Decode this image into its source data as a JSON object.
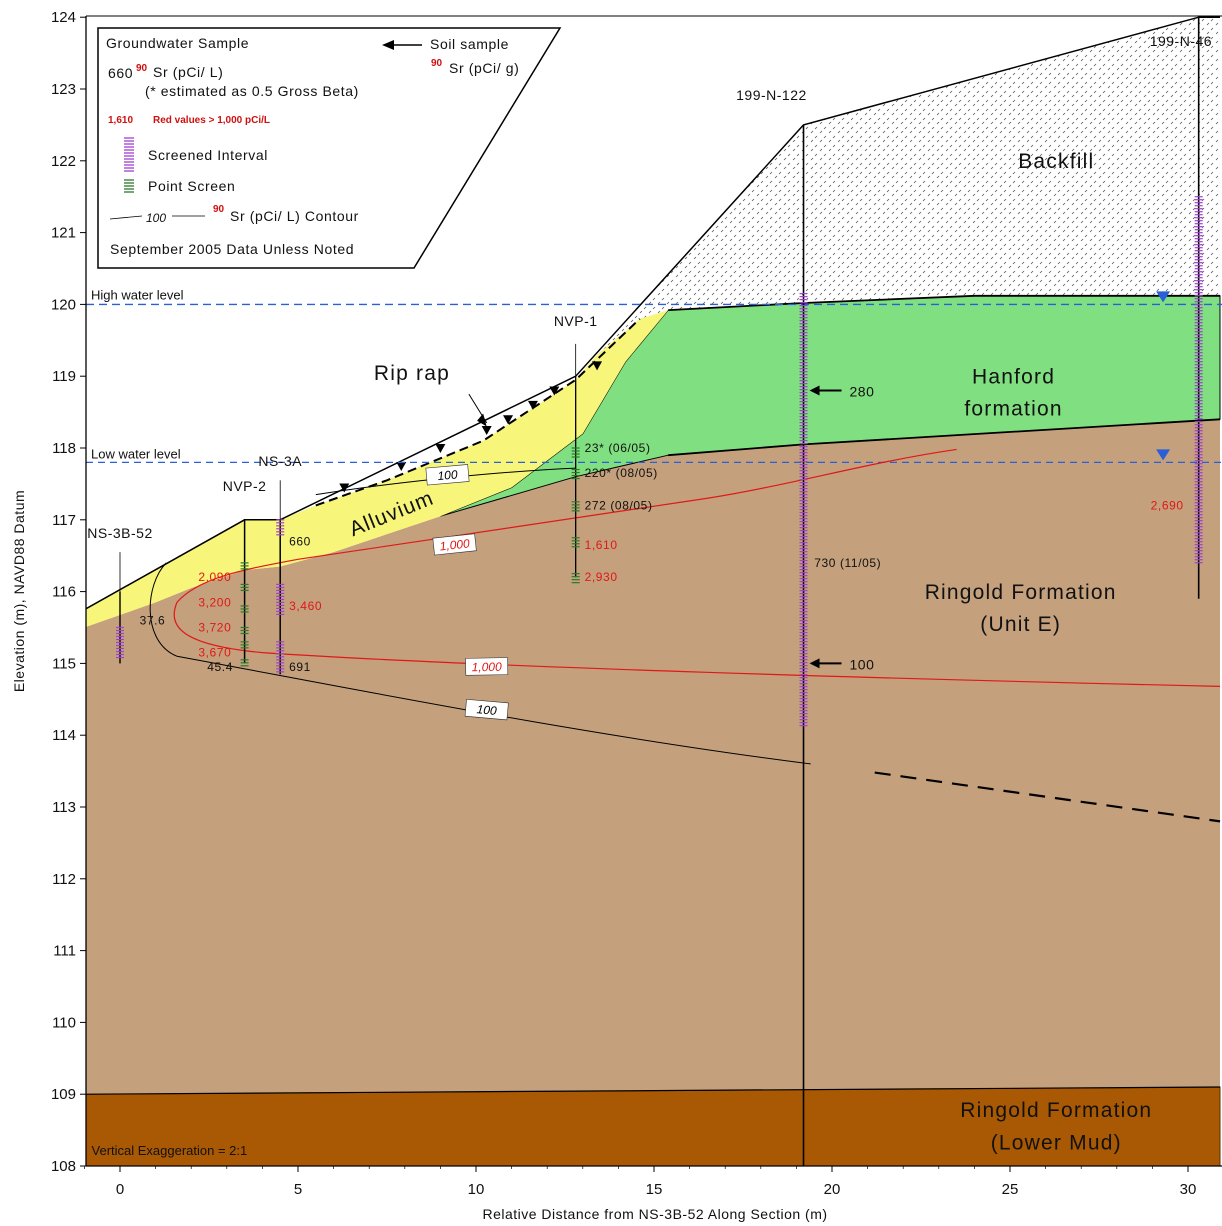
{
  "chart_data": {
    "type": "diagram",
    "xlabel": "Relative Distance from NS-3B-52 Along Section (m)",
    "ylabel": "Elevation (m), NAVD88 Datum",
    "xlim": [
      -1,
      30.9
    ],
    "ylim": [
      108,
      124
    ],
    "x_ticks": [
      "0",
      "5",
      "10",
      "15",
      "20",
      "25",
      "30"
    ],
    "y_ticks": [
      "108",
      "109",
      "110",
      "111",
      "112",
      "113",
      "114",
      "115",
      "116",
      "117",
      "118",
      "119",
      "120",
      "121",
      "122",
      "123",
      "124"
    ],
    "water_levels": {
      "high": "High water level",
      "low": "Low water level",
      "high_elev": 120.0,
      "low_elev": 117.8
    },
    "zones": {
      "backfill": "Backfill",
      "hanford": [
        "Hanford",
        "formation"
      ],
      "ringold_e": [
        "Ringold Formation",
        "(Unit E)"
      ],
      "ringold_mud": [
        "Ringold Formation",
        "(Lower Mud)"
      ],
      "alluvium": "Alluvium",
      "rip_rap": "Rip rap"
    },
    "wells": [
      {
        "name": "NS-3B-52",
        "x": 0.0
      },
      {
        "name": "NVP-2",
        "x": 3.5
      },
      {
        "name": "NS-3A",
        "x": 4.5
      },
      {
        "name": "NVP-1",
        "x": 12.8
      },
      {
        "name": "199-N-122",
        "x": 19.2
      },
      {
        "name": "199-N-46",
        "x": 30.3
      }
    ],
    "values": [
      {
        "text": "37.6",
        "x": 0.55,
        "y": 115.6,
        "red": false
      },
      {
        "text": "660",
        "x": 4.75,
        "y": 116.7,
        "red": false
      },
      {
        "text": "3,460",
        "x": 4.75,
        "y": 115.8,
        "red": true
      },
      {
        "text": "691",
        "x": 4.75,
        "y": 114.95,
        "red": false
      },
      {
        "text": "2,090",
        "x": 2.2,
        "y": 116.2,
        "red": true
      },
      {
        "text": "3,200",
        "x": 2.2,
        "y": 115.85,
        "red": true
      },
      {
        "text": "3,720",
        "x": 2.2,
        "y": 115.5,
        "red": true
      },
      {
        "text": "3,670",
        "x": 2.2,
        "y": 115.15,
        "red": true
      },
      {
        "text": "45.4",
        "x": 2.45,
        "y": 114.95,
        "red": false
      },
      {
        "text": "23* (06/05)",
        "x": 13.05,
        "y": 118.0,
        "red": false
      },
      {
        "text": "220* (08/05)",
        "x": 13.05,
        "y": 117.65,
        "red": false
      },
      {
        "text": "272 (08/05)",
        "x": 13.05,
        "y": 117.2,
        "red": false
      },
      {
        "text": "1,610",
        "x": 13.05,
        "y": 116.65,
        "red": true
      },
      {
        "text": "2,930",
        "x": 13.05,
        "y": 116.2,
        "red": true
      },
      {
        "text": "730 (11/05)",
        "x": 19.5,
        "y": 116.4,
        "red": false
      },
      {
        "text": "2,690",
        "x": 28.95,
        "y": 117.2,
        "red": true
      }
    ],
    "soil_samples": [
      {
        "text": "280",
        "elev": 118.8
      },
      {
        "text": "100",
        "elev": 115.0
      }
    ],
    "contour_labels": [
      "100",
      "1,000",
      "1,000",
      "100"
    ],
    "note": "Vertical Exaggeration = 2:1",
    "legend": {
      "groundwater": "Groundwater Sample",
      "sample_value": "660",
      "sr_unit": "Sr (pCi/ L)",
      "estimate_note": "(* estimated as 0.5 Gross Beta)",
      "red_value": "1,610",
      "red_note": "Red values > 1,000 pCi/L",
      "screened": "Screened Interval",
      "point": "Point Screen",
      "contour_value": "100",
      "contour": "Sr (pCi/ L) Contour",
      "date_note": "September 2005 Data Unless Noted",
      "soil": "Soil sample",
      "soil_unit": "Sr (pCi/ g)",
      "superscript": "90"
    },
    "colors": {
      "backfill": "#ffffff",
      "hanford": "#80df80",
      "alluvium": "#f7f57a",
      "ringold": "#c4a07c",
      "mud": "#a95903",
      "red": "#e01818",
      "water": "#2a5fd8",
      "screen_purple": "#a040d0",
      "screen_green": "#2a7a2a"
    }
  }
}
